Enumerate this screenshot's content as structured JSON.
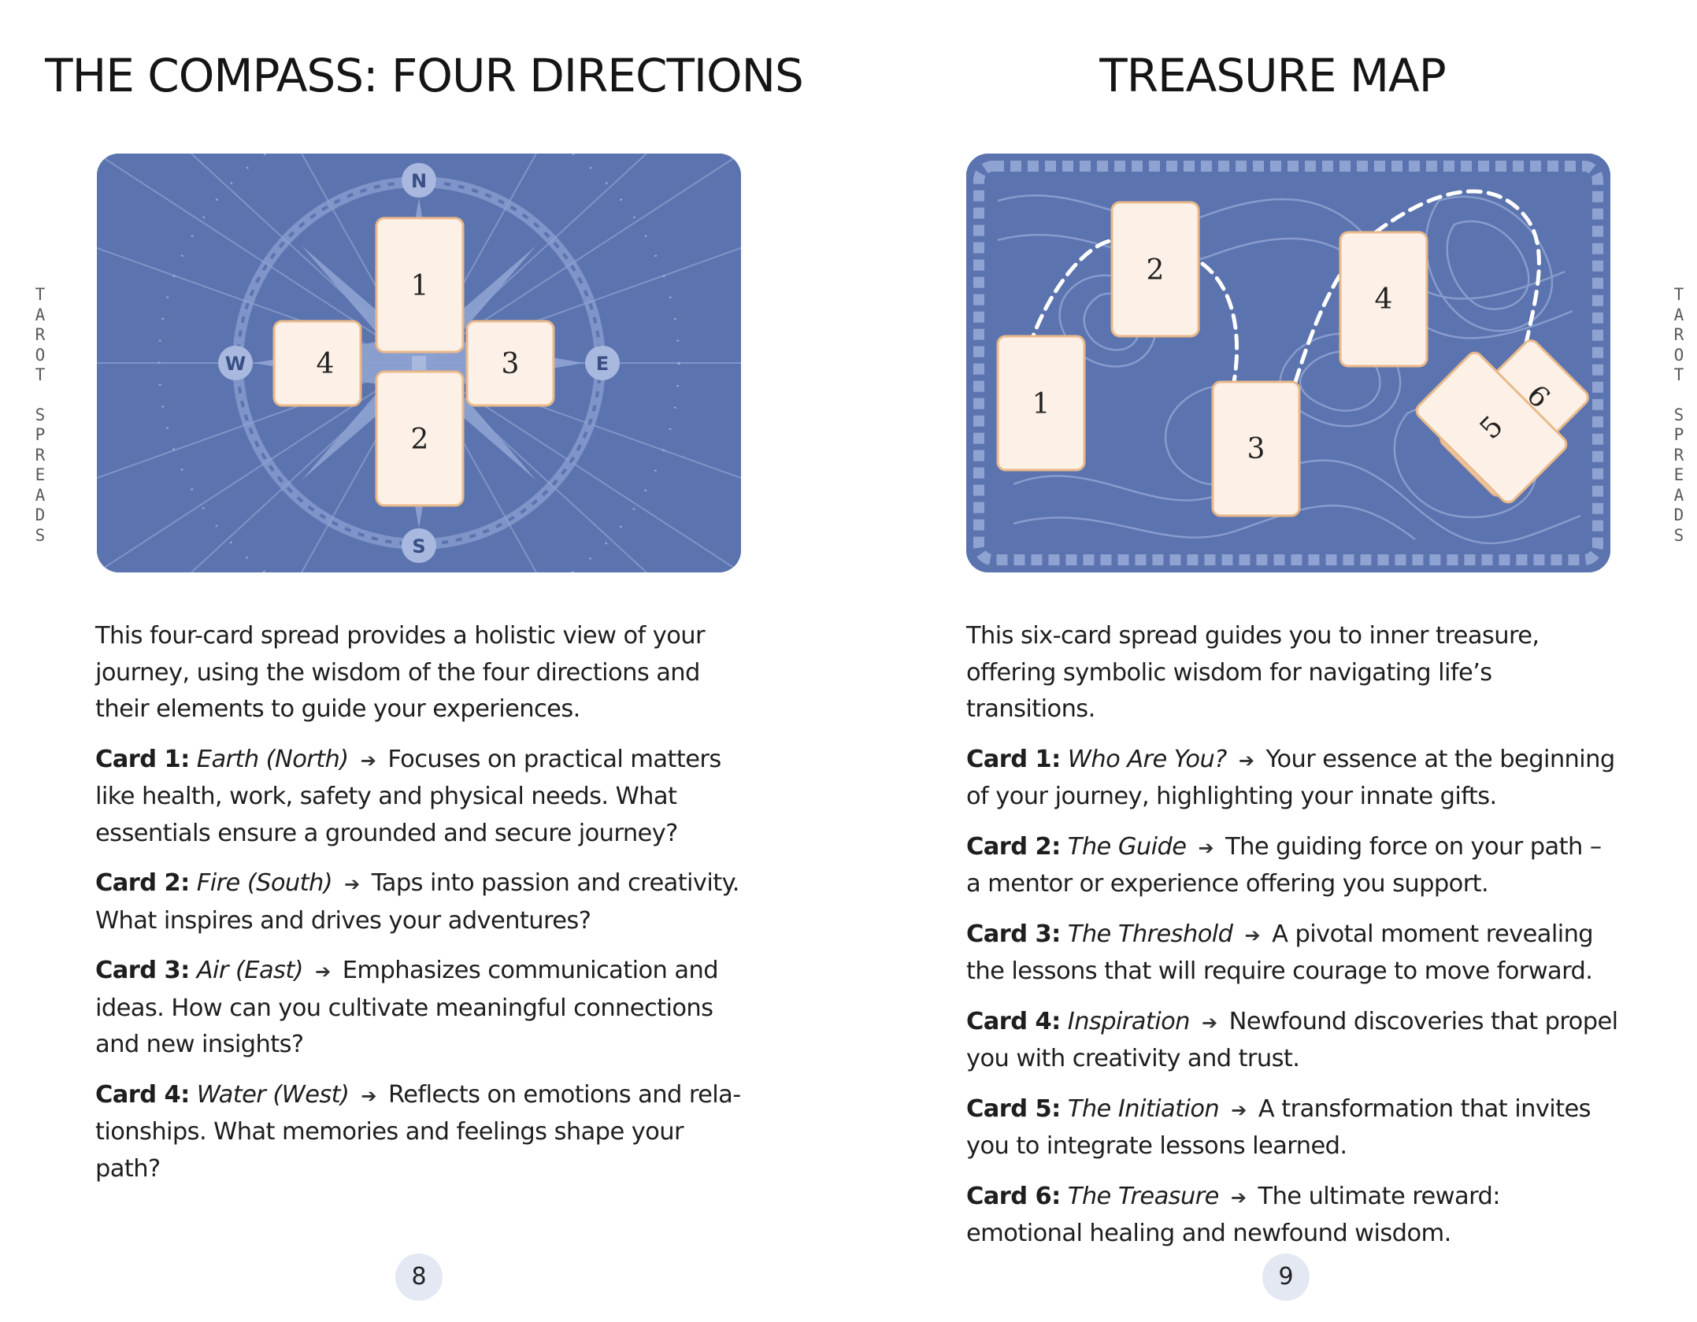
{
  "left": {
    "title": "THE COMPASS: FOUR DIRECTIONS",
    "side_label": [
      "T",
      "A",
      "R",
      "O",
      "T",
      "",
      "S",
      "P",
      "R",
      "E",
      "A",
      "D",
      "S"
    ],
    "compass": {
      "north": "N",
      "south": "S",
      "east": "E",
      "west": "W"
    },
    "cards": [
      "1",
      "2",
      "3",
      "4"
    ],
    "intro": "This four-card spread provides a holistic view of your journey, using the wisdom of the four directions and their elements to guide your experiences.",
    "items": [
      {
        "label": "Card 1:",
        "name": "Earth (North)",
        "desc": "Focuses on practical matters like health, work, safety and physical needs. What essentials ensure a grounded and secure journey?"
      },
      {
        "label": "Card 2:",
        "name": "Fire (South)",
        "desc": "Taps into passion and creativity. What inspires and drives your adventures?"
      },
      {
        "label": "Card 3:",
        "name": "Air (East)",
        "desc": "Emphasizes communication and ideas. How can you cultivate meaningful connections and new insights?"
      },
      {
        "label": "Card 4:",
        "name": "Water (West)",
        "desc": "Reflects on emotions and rela-tionships. What memories and feelings shape your path?"
      }
    ],
    "page_number": "8"
  },
  "right": {
    "title": "TREASURE MAP",
    "side_label": [
      "T",
      "A",
      "R",
      "O",
      "T",
      "",
      "S",
      "P",
      "R",
      "E",
      "A",
      "D",
      "S"
    ],
    "cards": [
      "1",
      "2",
      "3",
      "4",
      "5",
      "6"
    ],
    "intro": "This six-card spread guides you to inner treasure, offering symbolic wisdom for navigating life’s transitions.",
    "items": [
      {
        "label": "Card 1:",
        "name": "Who Are You?",
        "desc": "Your essence at the beginning of your journey, highlighting your innate gifts."
      },
      {
        "label": "Card 2:",
        "name": "The Guide",
        "desc": "The guiding force on your path – a mentor or experience offering you support."
      },
      {
        "label": "Card 3:",
        "name": "The Threshold",
        "desc": "A pivotal moment revealing the lessons that will require courage to move forward."
      },
      {
        "label": "Card 4:",
        "name": "Inspiration",
        "desc": "Newfound discoveries that propel you with creativity and trust."
      },
      {
        "label": "Card 5:",
        "name": "The Initiation",
        "desc": "A transformation that invites you to integrate lessons learned."
      },
      {
        "label": "Card 6:",
        "name": "The Treasure",
        "desc": "The ultimate reward: emotional healing and newfound wisdom."
      }
    ],
    "page_number": "9"
  },
  "arrow_glyph": "➔",
  "colors": {
    "illustration_blue": "#5b73ae",
    "card_fill": "#fdf1e7",
    "card_border": "#e9b98a",
    "line_light": "#a8b8de",
    "page_num_bg": "#e3e8f3"
  }
}
